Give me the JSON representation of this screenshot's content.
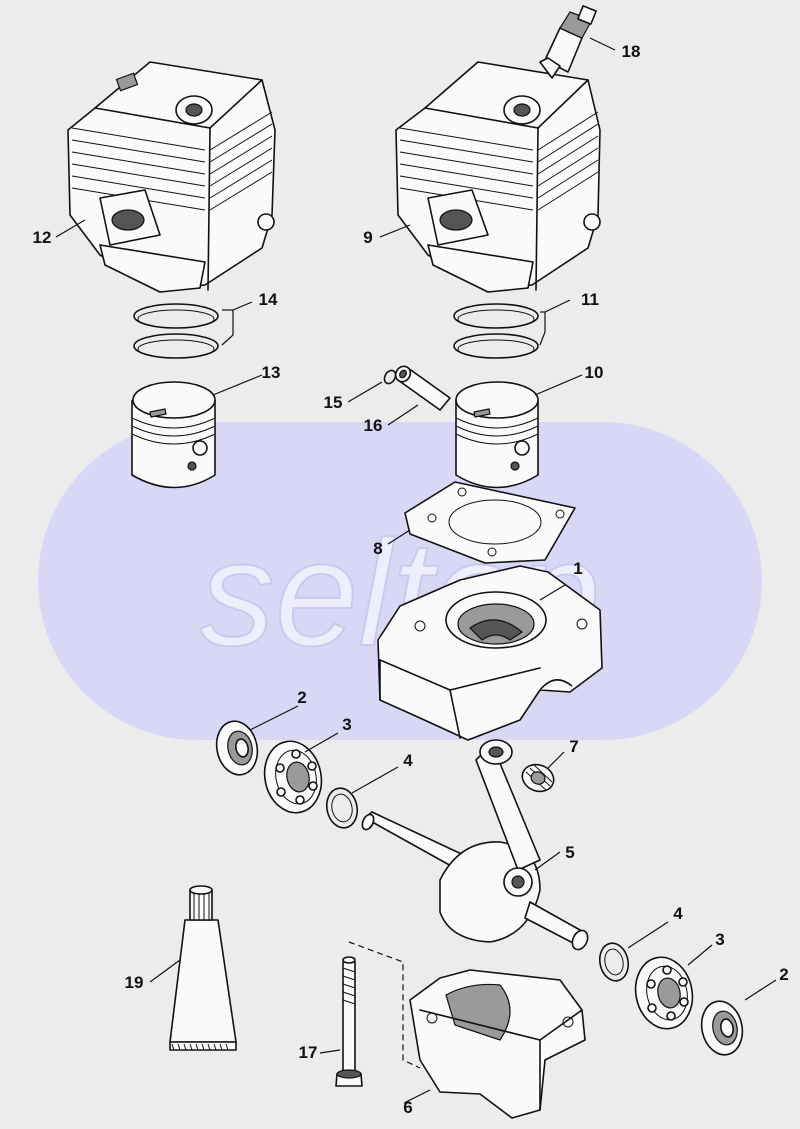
{
  "watermark": {
    "text": "seltop",
    "color": "#d8d8f6"
  },
  "parts": [
    {
      "id": "part-1",
      "number": "1"
    },
    {
      "id": "part-2a",
      "number": "2"
    },
    {
      "id": "part-2b",
      "number": "2"
    },
    {
      "id": "part-3a",
      "number": "3"
    },
    {
      "id": "part-3b",
      "number": "3"
    },
    {
      "id": "part-4a",
      "number": "4"
    },
    {
      "id": "part-4b",
      "number": "4"
    },
    {
      "id": "part-5",
      "number": "5"
    },
    {
      "id": "part-6",
      "number": "6"
    },
    {
      "id": "part-7",
      "number": "7"
    },
    {
      "id": "part-8",
      "number": "8"
    },
    {
      "id": "part-9",
      "number": "9"
    },
    {
      "id": "part-10",
      "number": "10"
    },
    {
      "id": "part-11",
      "number": "11"
    },
    {
      "id": "part-12",
      "number": "12"
    },
    {
      "id": "part-13",
      "number": "13"
    },
    {
      "id": "part-14",
      "number": "14"
    },
    {
      "id": "part-15",
      "number": "15"
    },
    {
      "id": "part-16",
      "number": "16"
    },
    {
      "id": "part-17",
      "number": "17"
    },
    {
      "id": "part-18",
      "number": "18"
    },
    {
      "id": "part-19",
      "number": "19"
    }
  ]
}
